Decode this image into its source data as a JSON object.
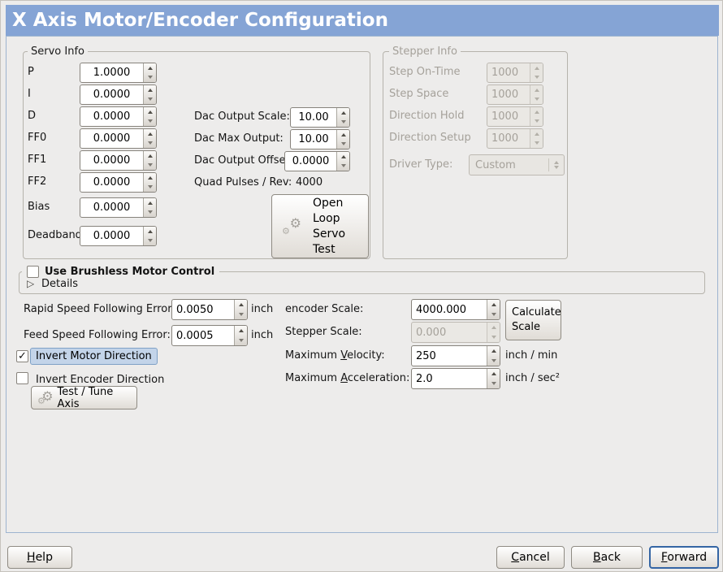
{
  "colors": {
    "header_bg": "#85a4d5",
    "title_text": "#ffffff",
    "panel_bg": "#edeceb",
    "panel_border": "#9db4d0",
    "focus_ring": "#3465a4",
    "focus_label_bg": "#c3d4e9",
    "disabled_text": "#a5a19a"
  },
  "icons": {
    "expander": "▷",
    "gear_big": "⚙",
    "gear_small": "⚙",
    "check": "✓"
  },
  "window": {
    "title": "X Axis Motor/Encoder Configuration"
  },
  "servo_info": {
    "legend": "Servo Info",
    "rows": [
      {
        "label": "P",
        "value": "1.0000"
      },
      {
        "label": "I",
        "value": "0.0000"
      },
      {
        "label": "D",
        "value": "0.0000"
      },
      {
        "label": "FF0",
        "value": "0.0000"
      },
      {
        "label": "FF1",
        "value": "0.0000"
      },
      {
        "label": "FF2",
        "value": "0.0000"
      },
      {
        "label": "Bias",
        "value": "0.0000"
      },
      {
        "label": "Deadband",
        "value": "0.0000"
      }
    ],
    "dac_rows": [
      {
        "label": "Dac Output Scale:",
        "value": "10.00"
      },
      {
        "label": "Dac Max Output:",
        "value": "10.00"
      },
      {
        "label": "Dac Output Offset:",
        "value": "0.0000"
      }
    ],
    "quad_label": "Quad Pulses / Rev:",
    "quad_value": "4000",
    "open_loop_button": "Open\nLoop\nServo\nTest"
  },
  "stepper_info": {
    "legend": "Stepper Info",
    "rows": [
      {
        "label": "Step On-Time",
        "value": "1000"
      },
      {
        "label": "Step Space",
        "value": "1000"
      },
      {
        "label": "Direction Hold",
        "value": "1000"
      },
      {
        "label": "Direction Setup",
        "value": "1000"
      }
    ],
    "driver_label": "Driver Type:",
    "driver_value": "Custom"
  },
  "brushless": {
    "checkbox_label": "Use Brushless Motor Control",
    "details_label": "Details"
  },
  "following_error": {
    "rapid_label": "Rapid Speed Following Error:",
    "rapid_value": "0.0050",
    "rapid_unit": "inch",
    "feed_label": "Feed Speed Following Error:",
    "feed_value": "0.0005",
    "feed_unit": "inch"
  },
  "direction": {
    "invert_motor_label": "Invert Motor Direction",
    "invert_encoder_label": "Invert Encoder Direction",
    "test_tune_button": "Test / Tune Axis"
  },
  "scaling": {
    "encoder_label": "encoder Scale:",
    "encoder_value": "4000.000",
    "stepper_label": "Stepper Scale:",
    "stepper_value": "0.000",
    "calculate_button": "Calculate\nScale",
    "velocity_label": {
      "pre": "Maximum ",
      "u": "V",
      "post": "elocity:"
    },
    "velocity_value": "250",
    "velocity_unit": "inch / min",
    "acceleration_label": {
      "pre": "Maximum ",
      "u": "A",
      "post": "cceleration:"
    },
    "acceleration_value": "2.0",
    "acceleration_unit": "inch / sec²"
  },
  "footer": {
    "help": {
      "u": "H",
      "post": "elp"
    },
    "cancel": {
      "u": "C",
      "post": "ancel"
    },
    "back": {
      "u": "B",
      "post": "ack"
    },
    "forward": {
      "u": "F",
      "post": "orward"
    }
  }
}
